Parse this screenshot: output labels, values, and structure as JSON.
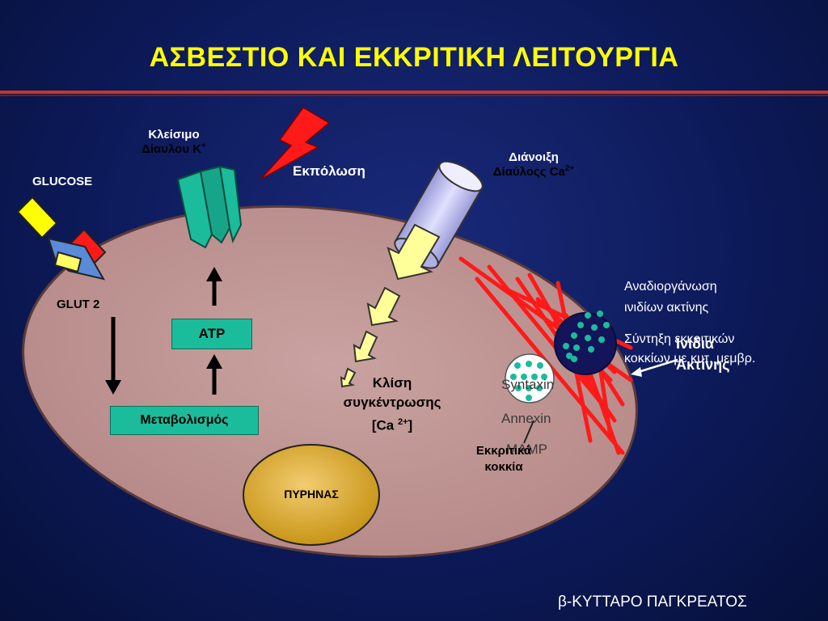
{
  "title": "ΑΣΒΕΣΤΙΟ ΚΑΙ ΕΚΚΡΙΤΙΚΗ ΛΕΙΤΟΥΡΓΙΑ",
  "labels": {
    "k_channel_line1": "Κλείσιμο",
    "k_channel_line2": "Δίαυλου Κ",
    "k_channel_sup": "+",
    "depolarization": "Εκπόλωση",
    "ca_channel_line1": "Διάνοιξη",
    "ca_channel_line2": "Δίαύλοςς Ca",
    "ca_channel_sup": "2+",
    "glucose": "GLUCOSE",
    "glut2": "GLUT 2",
    "atp": "ATP",
    "metabolism": "Μεταβολισμός",
    "ca_influx_line1": "Κλίση",
    "ca_influx_line2": "συγκέντρωσης",
    "ca_influx_line3_pre": "[Ca ",
    "ca_influx_sup": "2+",
    "ca_influx_line3_post": "]",
    "syntaxin": "Syntaxin",
    "annexin": "Annexin",
    "mamp": "MAMP",
    "secretory_granules_line1": "Εκκριτικά",
    "secretory_granules_line2": "κοκκία",
    "nucleus": "ΠΥΡΗΝΑΣ",
    "actin_reorg_line1": "Αναδιοργάνωση",
    "actin_reorg_line2": "ινιδίων ακτίνης",
    "granule_synthesis_line1": "Σύντηξη εκκριτικών",
    "granule_synthesis_line2": "κοκκίων με κυτ. μεμβρ.",
    "actin_fibrils_line1": "Ινίδια",
    "actin_fibrils_line2": "Ακτίνης",
    "cell_caption": "β-ΚΥΤΤΑΡΟ ΠΑΓΚΡΕΑΤΟΣ"
  },
  "colors": {
    "background": "#0d1a5a",
    "title": "#ffff00",
    "cell": "#c49a98",
    "nucleus": "#d4a017",
    "channel_k": "#1abc9c",
    "ca_channel": "#c8c8f0",
    "arrow_yellow": "#ffff99",
    "actin": "#ff1a1a",
    "granule_dot": "#1abc9c"
  }
}
